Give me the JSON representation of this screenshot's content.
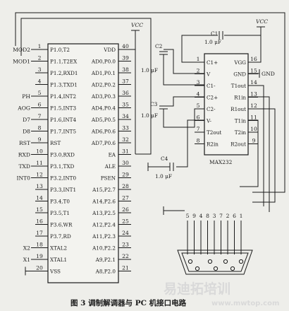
{
  "mcu": {
    "left_pins": [
      {
        "n": "1",
        "label": "P1.0,T2"
      },
      {
        "n": "2",
        "label": "P1.1,T2EX"
      },
      {
        "n": "3",
        "label": "P1.2,RXD1"
      },
      {
        "n": "4",
        "label": "P1.3,TXD1"
      },
      {
        "n": "5",
        "label": "P1.4,INT2"
      },
      {
        "n": "6",
        "label": "P1.5,INT3"
      },
      {
        "n": "7",
        "label": "P1.6,INT4"
      },
      {
        "n": "8",
        "label": "P1.7,INT5"
      },
      {
        "n": "9",
        "label": "RST"
      },
      {
        "n": "10",
        "label": "P3.0,RXD"
      },
      {
        "n": "11",
        "label": "P3.1,TXD"
      },
      {
        "n": "12",
        "label": "P3.2,INT0"
      },
      {
        "n": "13",
        "label": "P3.3,INT1"
      },
      {
        "n": "14",
        "label": "P3.4,T0"
      },
      {
        "n": "15",
        "label": "P3.5,T1"
      },
      {
        "n": "16",
        "label": "P3.6,WR"
      },
      {
        "n": "17",
        "label": "P3.7,RD"
      },
      {
        "n": "18",
        "label": "XTAL2"
      },
      {
        "n": "19",
        "label": "XTAL1"
      },
      {
        "n": "20",
        "label": "VSS"
      }
    ],
    "right_pins": [
      {
        "n": "40",
        "label": "VDD"
      },
      {
        "n": "39",
        "label": "AD0,P0.0"
      },
      {
        "n": "38",
        "label": "AD1,P0.1"
      },
      {
        "n": "37",
        "label": "AD2,P0.2"
      },
      {
        "n": "36",
        "label": "AD3,P0.3"
      },
      {
        "n": "35",
        "label": "AD4,P0.4"
      },
      {
        "n": "34",
        "label": "AD5,P0.5"
      },
      {
        "n": "33",
        "label": "AD6,P0.6"
      },
      {
        "n": "32",
        "label": "AD7,P0.6"
      },
      {
        "n": "31",
        "label": "EA"
      },
      {
        "n": "30",
        "label": "ALE"
      },
      {
        "n": "29",
        "label": "PSEN"
      },
      {
        "n": "28",
        "label": "A15,P2.7"
      },
      {
        "n": "27",
        "label": "A14,P2.6"
      },
      {
        "n": "26",
        "label": "A13,P2.5"
      },
      {
        "n": "25",
        "label": "A12,P2.4"
      },
      {
        "n": "24",
        "label": "A11,P2.3"
      },
      {
        "n": "23",
        "label": "A10,P2.2"
      },
      {
        "n": "22",
        "label": "A9,P2.1"
      },
      {
        "n": "21",
        "label": "A8,P2.0"
      }
    ],
    "external_signals": [
      {
        "pin": 1,
        "label": "MOD2"
      },
      {
        "pin": 2,
        "label": "MOD1"
      },
      {
        "pin": 5,
        "label": "PH"
      },
      {
        "pin": 6,
        "label": "AOG"
      },
      {
        "pin": 7,
        "label": "D7"
      },
      {
        "pin": 8,
        "label": "D8"
      },
      {
        "pin": 9,
        "label": "RST"
      },
      {
        "pin": 10,
        "label": "RXD"
      },
      {
        "pin": 11,
        "label": "TXD"
      },
      {
        "pin": 12,
        "label": "INT0"
      },
      {
        "pin": 18,
        "label": "X2"
      },
      {
        "pin": 19,
        "label": "X1"
      }
    ]
  },
  "max232": {
    "name": "MAX232",
    "pins": [
      {
        "side": "L",
        "row": 0,
        "n": "1",
        "label": "C1+"
      },
      {
        "side": "L",
        "row": 1,
        "n": "2",
        "label": "V"
      },
      {
        "side": "L",
        "row": 2,
        "n": "3",
        "label": "C1-"
      },
      {
        "side": "L",
        "row": 3,
        "n": "4",
        "label": "C2+"
      },
      {
        "side": "L",
        "row": 4,
        "n": "5",
        "label": "C2-"
      },
      {
        "side": "L",
        "row": 5,
        "n": "6",
        "label": "V-"
      },
      {
        "side": "L",
        "row": 6,
        "n": "7",
        "label": "T2out"
      },
      {
        "side": "L",
        "row": 7,
        "n": "8",
        "label": "R2in"
      },
      {
        "side": "R",
        "row": 0,
        "n": "16",
        "label": "VGG"
      },
      {
        "side": "R",
        "row": 1,
        "n": "15",
        "label": "GND"
      },
      {
        "side": "R",
        "row": 2,
        "n": "14",
        "label": "T1out"
      },
      {
        "side": "R",
        "row": 3,
        "n": "13",
        "label": "R1in"
      },
      {
        "side": "R",
        "row": 4,
        "n": "12",
        "label": "R1out"
      },
      {
        "side": "R",
        "row": 5,
        "n": "11",
        "label": "T1in"
      },
      {
        "side": "R",
        "row": 6,
        "n": "10",
        "label": "T2in"
      },
      {
        "side": "R",
        "row": 7,
        "n": "9",
        "label": "R2out"
      }
    ],
    "gnd_label": "GND"
  },
  "capacitors": [
    {
      "id": "c1",
      "name": "C1",
      "value": "1.0 μF"
    },
    {
      "id": "c2",
      "name": "C2",
      "value": "1.0 μF"
    },
    {
      "id": "c3",
      "name": "C3",
      "value": "1.0 μF"
    },
    {
      "id": "c4",
      "name": "C4",
      "value": "1.0 μF"
    }
  ],
  "vcc_labels": [
    "VCC",
    "VCC"
  ],
  "db9_pins": [
    "5",
    "9",
    "4",
    "8",
    "3",
    "7",
    "2",
    "6",
    "1"
  ],
  "caption": "图 3    调制解调器与 PC 机接口电路",
  "watermark": {
    "cn": "易迪拓培训",
    "url": "www.mwtop.com"
  }
}
